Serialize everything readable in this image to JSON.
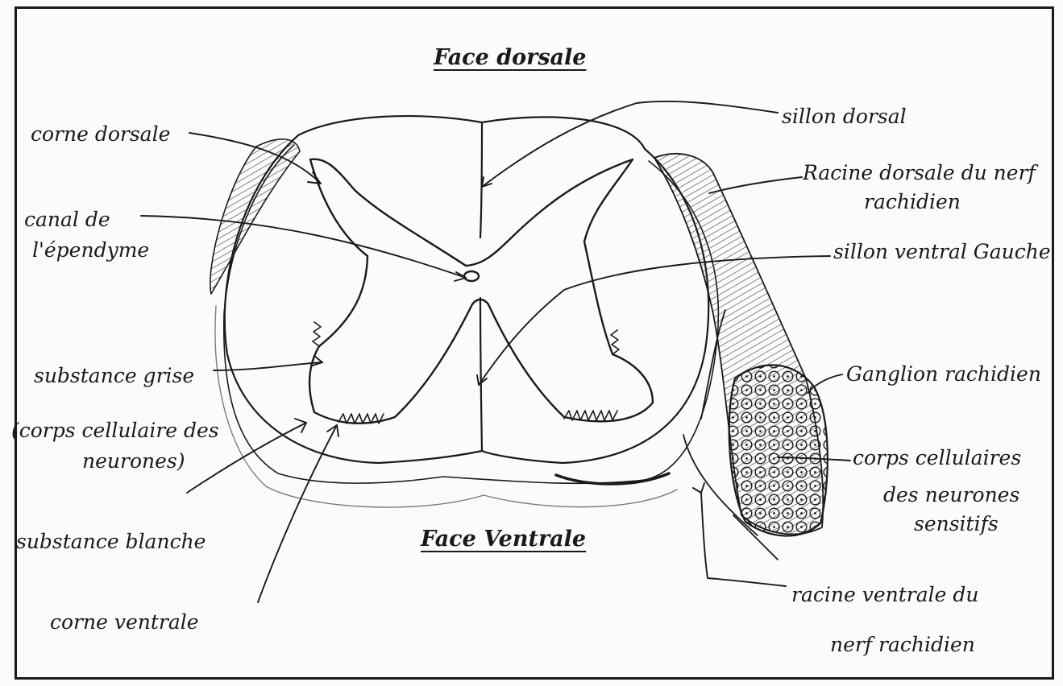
{
  "titles": {
    "dorsal": "Face dorsale",
    "ventral": "Face Ventrale"
  },
  "labels": {
    "dorsal_horn": "corne dorsale",
    "central_canal_1": "canal de",
    "central_canal_2": "l'épendyme",
    "grey_matter": "substance grise",
    "grey_matter_note_1": "(corps cellulaire des",
    "grey_matter_note_2": "neurones)",
    "white_matter": "substance blanche",
    "ventral_horn": "corne ventrale",
    "dorsal_sulcus": "sillon dorsal",
    "dorsal_root_1": "Racine dorsale du nerf",
    "dorsal_root_2": "rachidien",
    "ventral_sulcus": "sillon ventral Gauche",
    "spinal_ganglion": "Ganglion rachidien",
    "cell_bodies_1": "corps cellulaires",
    "cell_bodies_2": "des neurones",
    "cell_bodies_3": "sensitifs",
    "ventral_root_1": "racine ventrale du",
    "ventral_root_2": "nerf rachidien"
  }
}
